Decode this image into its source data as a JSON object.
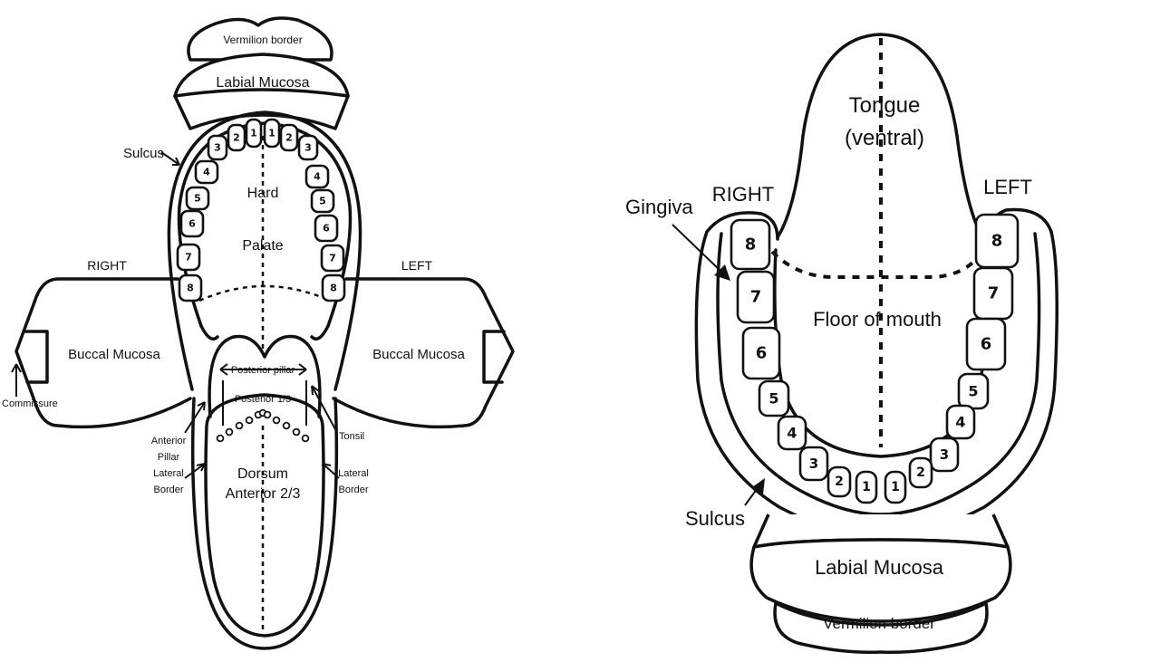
{
  "upper_view": {
    "vermilion_border": "Vermilion border",
    "labial_mucosa": "Labial Mucosa",
    "sulcus": "Sulcus",
    "hard": "Hard",
    "palate": "Palate",
    "right": "RIGHT",
    "left": "LEFT",
    "buccal_mucosa_right": "Buccal Mucosa",
    "buccal_mucosa_left": "Buccal Mucosa",
    "commissure": "Commissure",
    "posterior_pillar": "Posterior pillar",
    "posterior_third": "Posterior 1/3",
    "tonsil": "Tonsil",
    "anterior": "Anterior",
    "pillar": "Pillar",
    "lateral_left_side": "Lateral",
    "border_left_side": "Border",
    "lateral_right_side": "Lateral",
    "border_right_side": "Border",
    "dorsum": "Dorsum",
    "anterior_two_thirds": "Anterior 2/3",
    "teeth_left_arch": [
      "1",
      "2",
      "3",
      "4",
      "5",
      "6",
      "7",
      "8"
    ],
    "teeth_right_arch": [
      "1",
      "2",
      "3",
      "4",
      "5",
      "6",
      "7",
      "8"
    ]
  },
  "lower_view": {
    "tongue": "Tongue",
    "ventral": "(ventral)",
    "right": "RIGHT",
    "left": "LEFT",
    "gingiva": "Gingiva",
    "floor_of_mouth": "Floor of mouth",
    "sulcus": "Sulcus",
    "labial_mucosa": "Labial Mucosa",
    "vermilion_border": "Vermilion border",
    "teeth_right_arch": [
      "8",
      "7",
      "6",
      "5",
      "4",
      "3",
      "2",
      "1"
    ],
    "teeth_left_arch": [
      "8",
      "7",
      "6",
      "5",
      "4",
      "3",
      "2",
      "1"
    ]
  }
}
